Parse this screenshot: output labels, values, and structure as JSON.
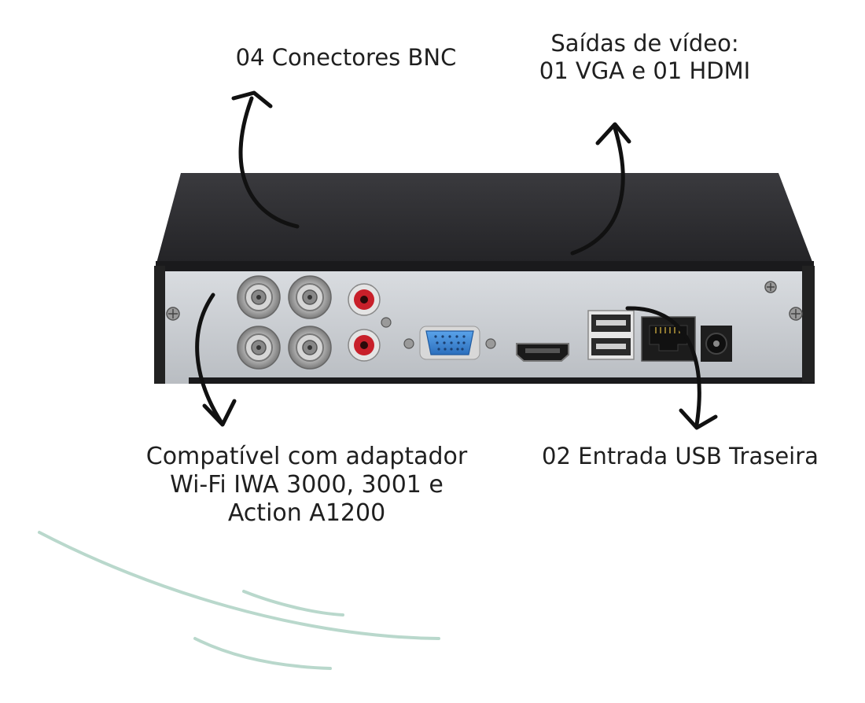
{
  "callouts": {
    "bnc": {
      "text": "04 Conectores BNC"
    },
    "video": {
      "lines": [
        "Saídas de vídeo:",
        "01 VGA e 01 HDMI"
      ]
    },
    "wifi": {
      "lines": [
        "Compatível com adaptador",
        "Wi-Fi IWA 3000, 3001 e",
        "Action A1200"
      ]
    },
    "usb": {
      "text": "02 Entrada USB Traseira"
    }
  },
  "colors": {
    "chassis_top": "#2b2b2e",
    "chassis_edge": "#1a1a1c",
    "back_panel": "#c9cdd2",
    "vga_blue": "#3a86d6",
    "rca_red": "#c8202a",
    "decor_lines": "#b9d8cc",
    "arrow": "#111111"
  },
  "icons": [
    "curved-arrow-icon",
    "bnc-connector-icon",
    "rca-jack-icon",
    "vga-port-icon",
    "hdmi-port-icon",
    "usb-port-icon",
    "ethernet-port-icon",
    "dc-power-jack-icon",
    "screw-icon"
  ]
}
